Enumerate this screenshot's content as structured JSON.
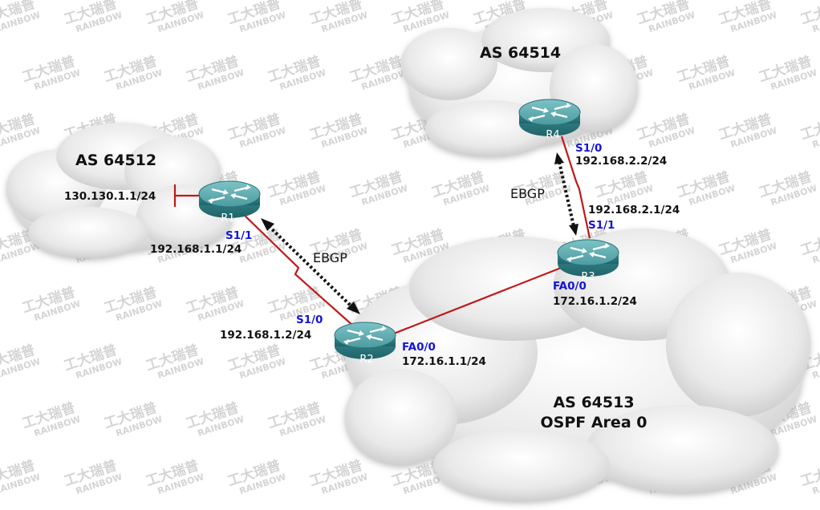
{
  "watermark": {
    "cn": "工大瑞普",
    "en": "RAINBOW"
  },
  "clouds": {
    "as64512": {
      "title": "AS 64512"
    },
    "as64514": {
      "title": "AS 64514"
    },
    "as64513": {
      "title": "AS 64513",
      "subtitle": "OSPF Area 0"
    }
  },
  "routers": {
    "r1": {
      "name": "R1"
    },
    "r2": {
      "name": "R2"
    },
    "r3": {
      "name": "R3"
    },
    "r4": {
      "name": "R4"
    }
  },
  "labels": {
    "r1_loopback_ip": "130.130.1.1/24",
    "r1_s11_iface": "S1/1",
    "r1_s11_ip": "192.168.1.1/24",
    "r2_s10_iface": "S1/0",
    "r2_s10_ip": "192.168.1.2/24",
    "r2_fa00_iface": "FA0/0",
    "r2_fa00_ip": "172.16.1.1/24",
    "r3_fa00_iface": "FA0/0",
    "r3_fa00_ip": "172.16.1.2/24",
    "r3_s11_iface": "S1/1",
    "r3_s11_ip": "192.168.2.1/24",
    "r4_s10_iface": "S1/0",
    "r4_s10_ip": "192.168.2.2/24",
    "ebgp_left": "EBGP",
    "ebgp_right": "EBGP"
  },
  "colors": {
    "link": "#c01818",
    "router_top": "#5aa7ab",
    "router_side": "#2f7f86",
    "interface_label": "#1515d6",
    "ebgp_arrow": "#111111"
  },
  "icons": [
    "router-icon",
    "ebgp-arrow-icon",
    "serial-link-icon"
  ]
}
